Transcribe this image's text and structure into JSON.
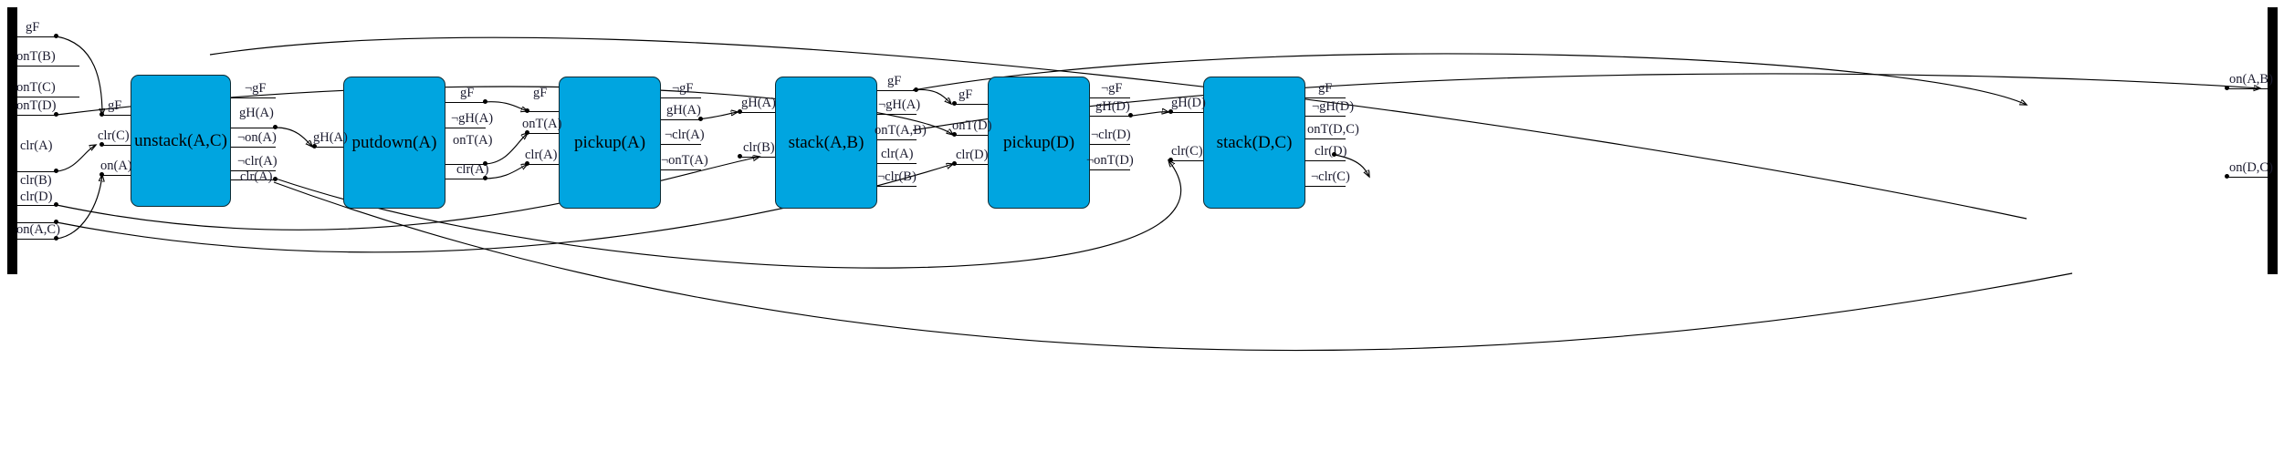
{
  "diagram": {
    "type": "partial-order-plan-graph",
    "domain_label": "blocks-world",
    "node_fill": "#00A5E0",
    "node_text_color": "#000000",
    "label_color": "#1a1a2e",
    "background": "#ffffff"
  },
  "init_bar": {
    "name": "initial-state-bar"
  },
  "goal_bar": {
    "name": "goal-state-bar"
  },
  "init_state": {
    "literals": [
      {
        "text": "gF"
      },
      {
        "text": "onT(B)"
      },
      {
        "text": "onT(C)"
      },
      {
        "text": "onT(D)"
      },
      {
        "text": "clr(A)"
      },
      {
        "text": "clr(B)"
      },
      {
        "text": "clr(D)"
      },
      {
        "text": "on(A,C)"
      }
    ]
  },
  "goal_state": {
    "literals": [
      {
        "text": "on(A,B)"
      },
      {
        "text": "on(D,C)"
      }
    ]
  },
  "actions": [
    {
      "id": "unstack",
      "label": "unstack(A,C)",
      "preconditions": [
        "gF",
        "clr(C)",
        "on(A)"
      ],
      "effects": [
        "¬gF",
        "gH(A)",
        "¬on(A)",
        "¬clr(A)",
        "clr(A)"
      ]
    },
    {
      "id": "putdown",
      "label": "putdown(A)",
      "preconditions": [
        "gH(A)"
      ],
      "effects": [
        "gF",
        "¬gH(A)",
        "onT(A)",
        "clr(A)"
      ]
    },
    {
      "id": "pickup-a",
      "label": "pickup(A)",
      "preconditions": [
        "gF",
        "onT(A)",
        "clr(A)"
      ],
      "effects": [
        "¬gF",
        "gH(A)",
        "¬clr(A)",
        "¬onT(A)"
      ]
    },
    {
      "id": "stack-ab",
      "label": "stack(A,B)",
      "preconditions": [
        "gH(A)",
        "clr(B)"
      ],
      "effects": [
        "gF",
        "¬gH(A)",
        "onT(A,B)",
        "clr(A)",
        "¬clr(B)"
      ]
    },
    {
      "id": "pickup-d",
      "label": "pickup(D)",
      "preconditions": [
        "gF",
        "onT(D)",
        "clr(D)"
      ],
      "effects": [
        "¬gF",
        "gH(D)",
        "¬clr(D)",
        "¬onT(D)"
      ]
    },
    {
      "id": "stack-dc",
      "label": "stack(D,C)",
      "preconditions": [
        "gH(D)",
        "clr(C)"
      ],
      "effects": [
        "gF",
        "¬gH(D)",
        "onT(D,C)",
        "clr(D)",
        "¬clr(C)"
      ]
    }
  ]
}
